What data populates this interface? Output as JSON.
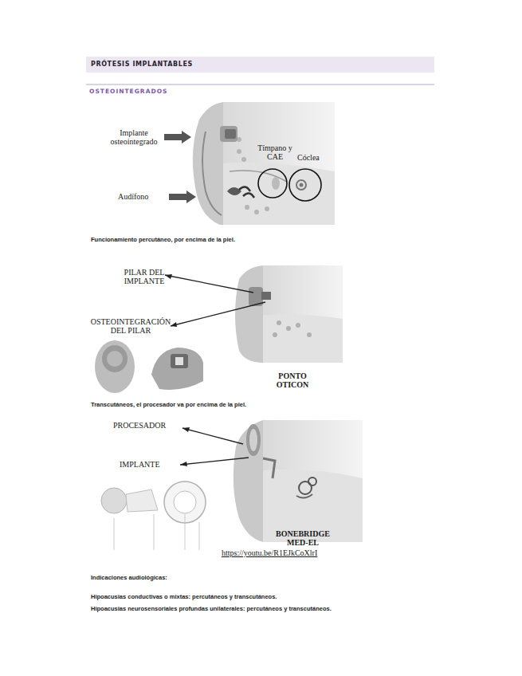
{
  "diagram": {
    "title": "PRÓTESIS IMPLANTABLES",
    "labels": [
      "OSTEOINTEGRADOS",
      "Implante osteointegrado",
      "Audífono",
      "Tímpano y CAE",
      "Cóclea",
      "Funcionamiento percutáneo, por encima de la piel.",
      "PILAR DEL IMPLANTE",
      "OSTEOINTEGRACIÓN DEL PILAR",
      "PONTO OTICON",
      "Transcutáneos, el procesador va por encima de la piel.",
      "PROCESADOR",
      "IMPLANTE",
      "BONEBRIDGE MED-EL",
      "https://youtu.be/R1EJkCoXlrI",
      "Indicaciones audiológicas:",
      "Hipoacusias conductivas o mixtas: percutáneos y transcutáneos.",
      "Hipoacusias neurosensoriales profundas unilaterales: percutáneos y transcutáneos."
    ]
  }
}
